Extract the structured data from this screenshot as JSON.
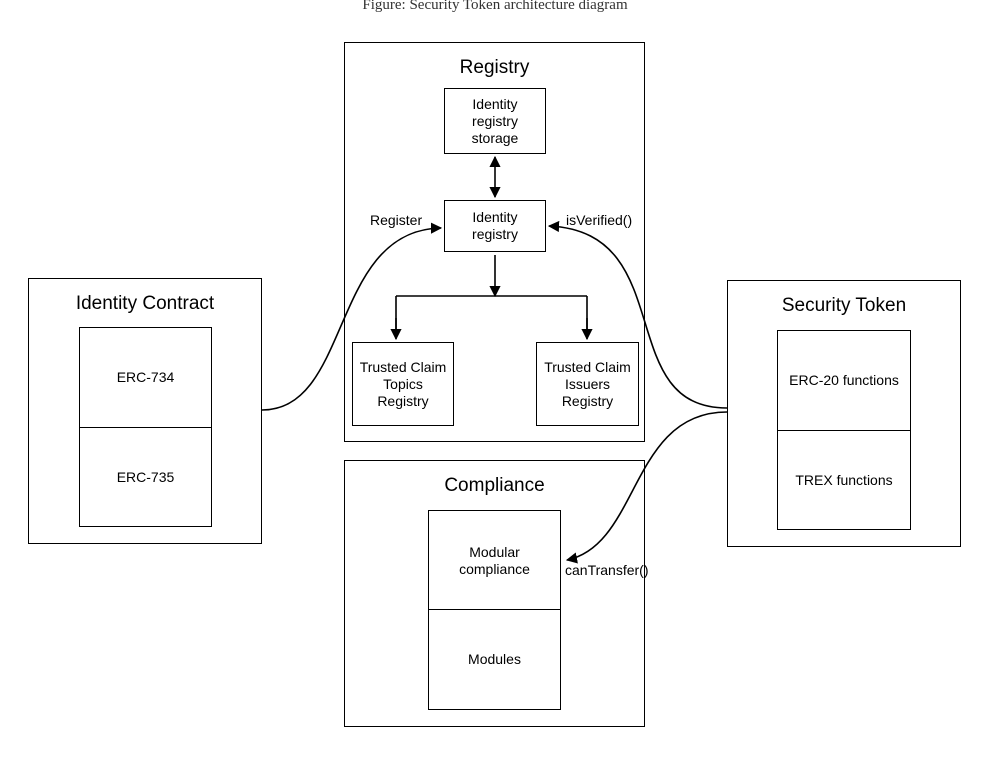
{
  "caption": "Figure: Security Token architecture diagram",
  "registry": {
    "title": "Registry",
    "storage": "Identity registry storage",
    "identity_registry": "Identity registry",
    "claim_topics": "Trusted Claim Topics Registry",
    "claim_issuers": "Trusted Claim Issuers Registry"
  },
  "identity_contract": {
    "title": "Identity Contract",
    "erc734": "ERC-734",
    "erc735": "ERC-735"
  },
  "security_token": {
    "title": "Security Token",
    "erc20": "ERC-20 functions",
    "trex": "TREX functions"
  },
  "compliance": {
    "title": "Compliance",
    "modular": "Modular compliance",
    "modules": "Modules"
  },
  "edges": {
    "register": "Register",
    "is_verified": "isVerified()",
    "can_transfer": "canTransfer()"
  }
}
